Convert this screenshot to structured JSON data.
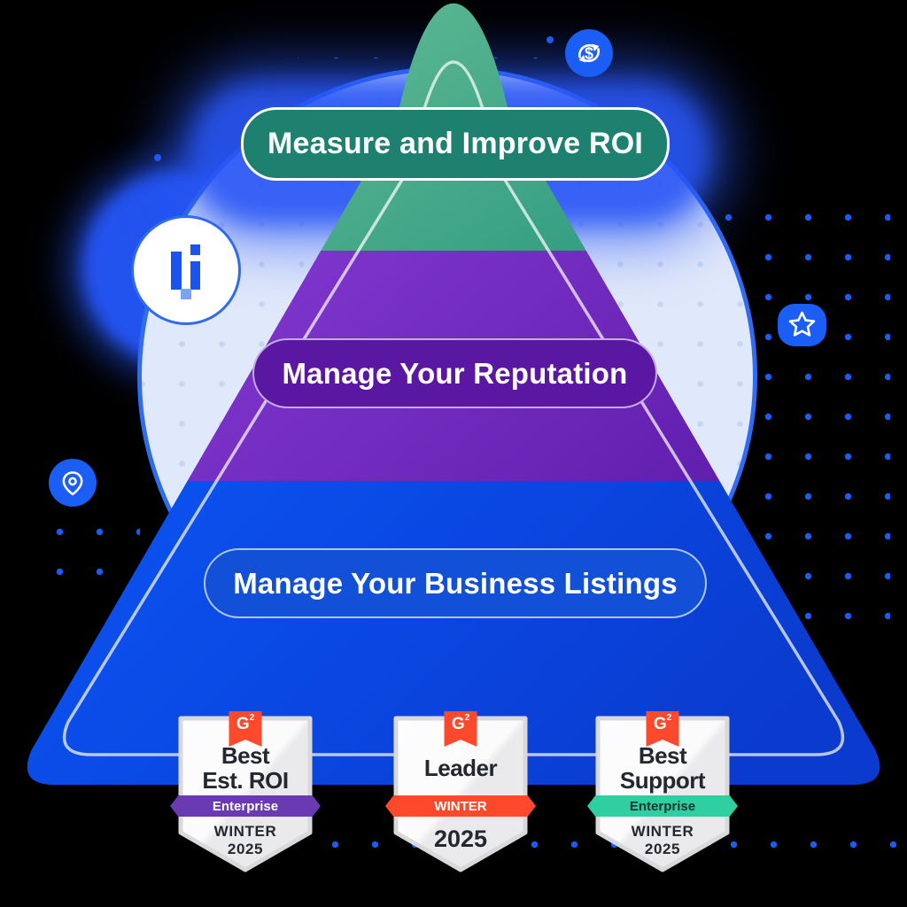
{
  "pyramid": {
    "tiers": [
      {
        "id": "roi",
        "label": "Measure and Improve ROI",
        "band_start": "#68bf96",
        "band_end": "#2f9b80",
        "pill_bg": "#1e8170",
        "pill_border": "#ffffff"
      },
      {
        "id": "reputation",
        "label": "Manage Your Reputation",
        "band_start": "#8a3ed8",
        "band_end": "#611fae",
        "pill_bg": "#5a18a2",
        "pill_border": "rgba(233,222,250,0.75)"
      },
      {
        "id": "listings",
        "label": "Manage Your Business Listings",
        "band_start": "#0c55f4",
        "band_end": "#0a3bce",
        "pill_bg": "#1350d8",
        "pill_border": "rgba(214,228,252,0.8)"
      }
    ]
  },
  "g2": {
    "g": "G",
    "two": "2",
    "flag_color": "#ff492c"
  },
  "badges": [
    {
      "title_lines": [
        "Best",
        "Est. ROI"
      ],
      "ribbon_label": "Enterprise",
      "ribbon_bg": "#6a3ab2",
      "ribbon_text": "#ffffff",
      "footer_lines": [
        "WINTER",
        "2025"
      ]
    },
    {
      "title_lines": [
        "Leader"
      ],
      "ribbon_label": "WINTER",
      "ribbon_bg": "#ff492c",
      "ribbon_text": "#ffffff",
      "footer_lines": [
        "2025"
      ]
    },
    {
      "title_lines": [
        "Best",
        "Support"
      ],
      "ribbon_label": "Enterprise",
      "ribbon_bg": "#2fcfa2",
      "ribbon_text": "#17342c",
      "footer_lines": [
        "WINTER",
        "2025"
      ]
    }
  ],
  "icons": {
    "dollar_sync": {
      "name": "dollar-sync-icon",
      "symbol": "$",
      "bg": "#1b5ef5"
    },
    "star": {
      "name": "star-icon",
      "bg": "#1b5ef5"
    },
    "location_pin": {
      "name": "location-pin-icon",
      "bg": "#1b5ef5"
    },
    "logo": {
      "name": "chatmeter-logo-icon",
      "primary": "#1a53ee",
      "secondary": "#7aa2f5"
    }
  },
  "colors": {
    "background": "#000000",
    "dot_blue": "#1b5cf5",
    "dot_faint": "#c9d6f3",
    "glow_blue": "#2856f4",
    "light_circle_fill": "#e0e8fb",
    "light_circle_rim": "#2e6cf0",
    "inner_outline": "rgba(255,255,255,0.7)",
    "badge_text": "#23272f",
    "shield_border": "#d9d9dc"
  }
}
